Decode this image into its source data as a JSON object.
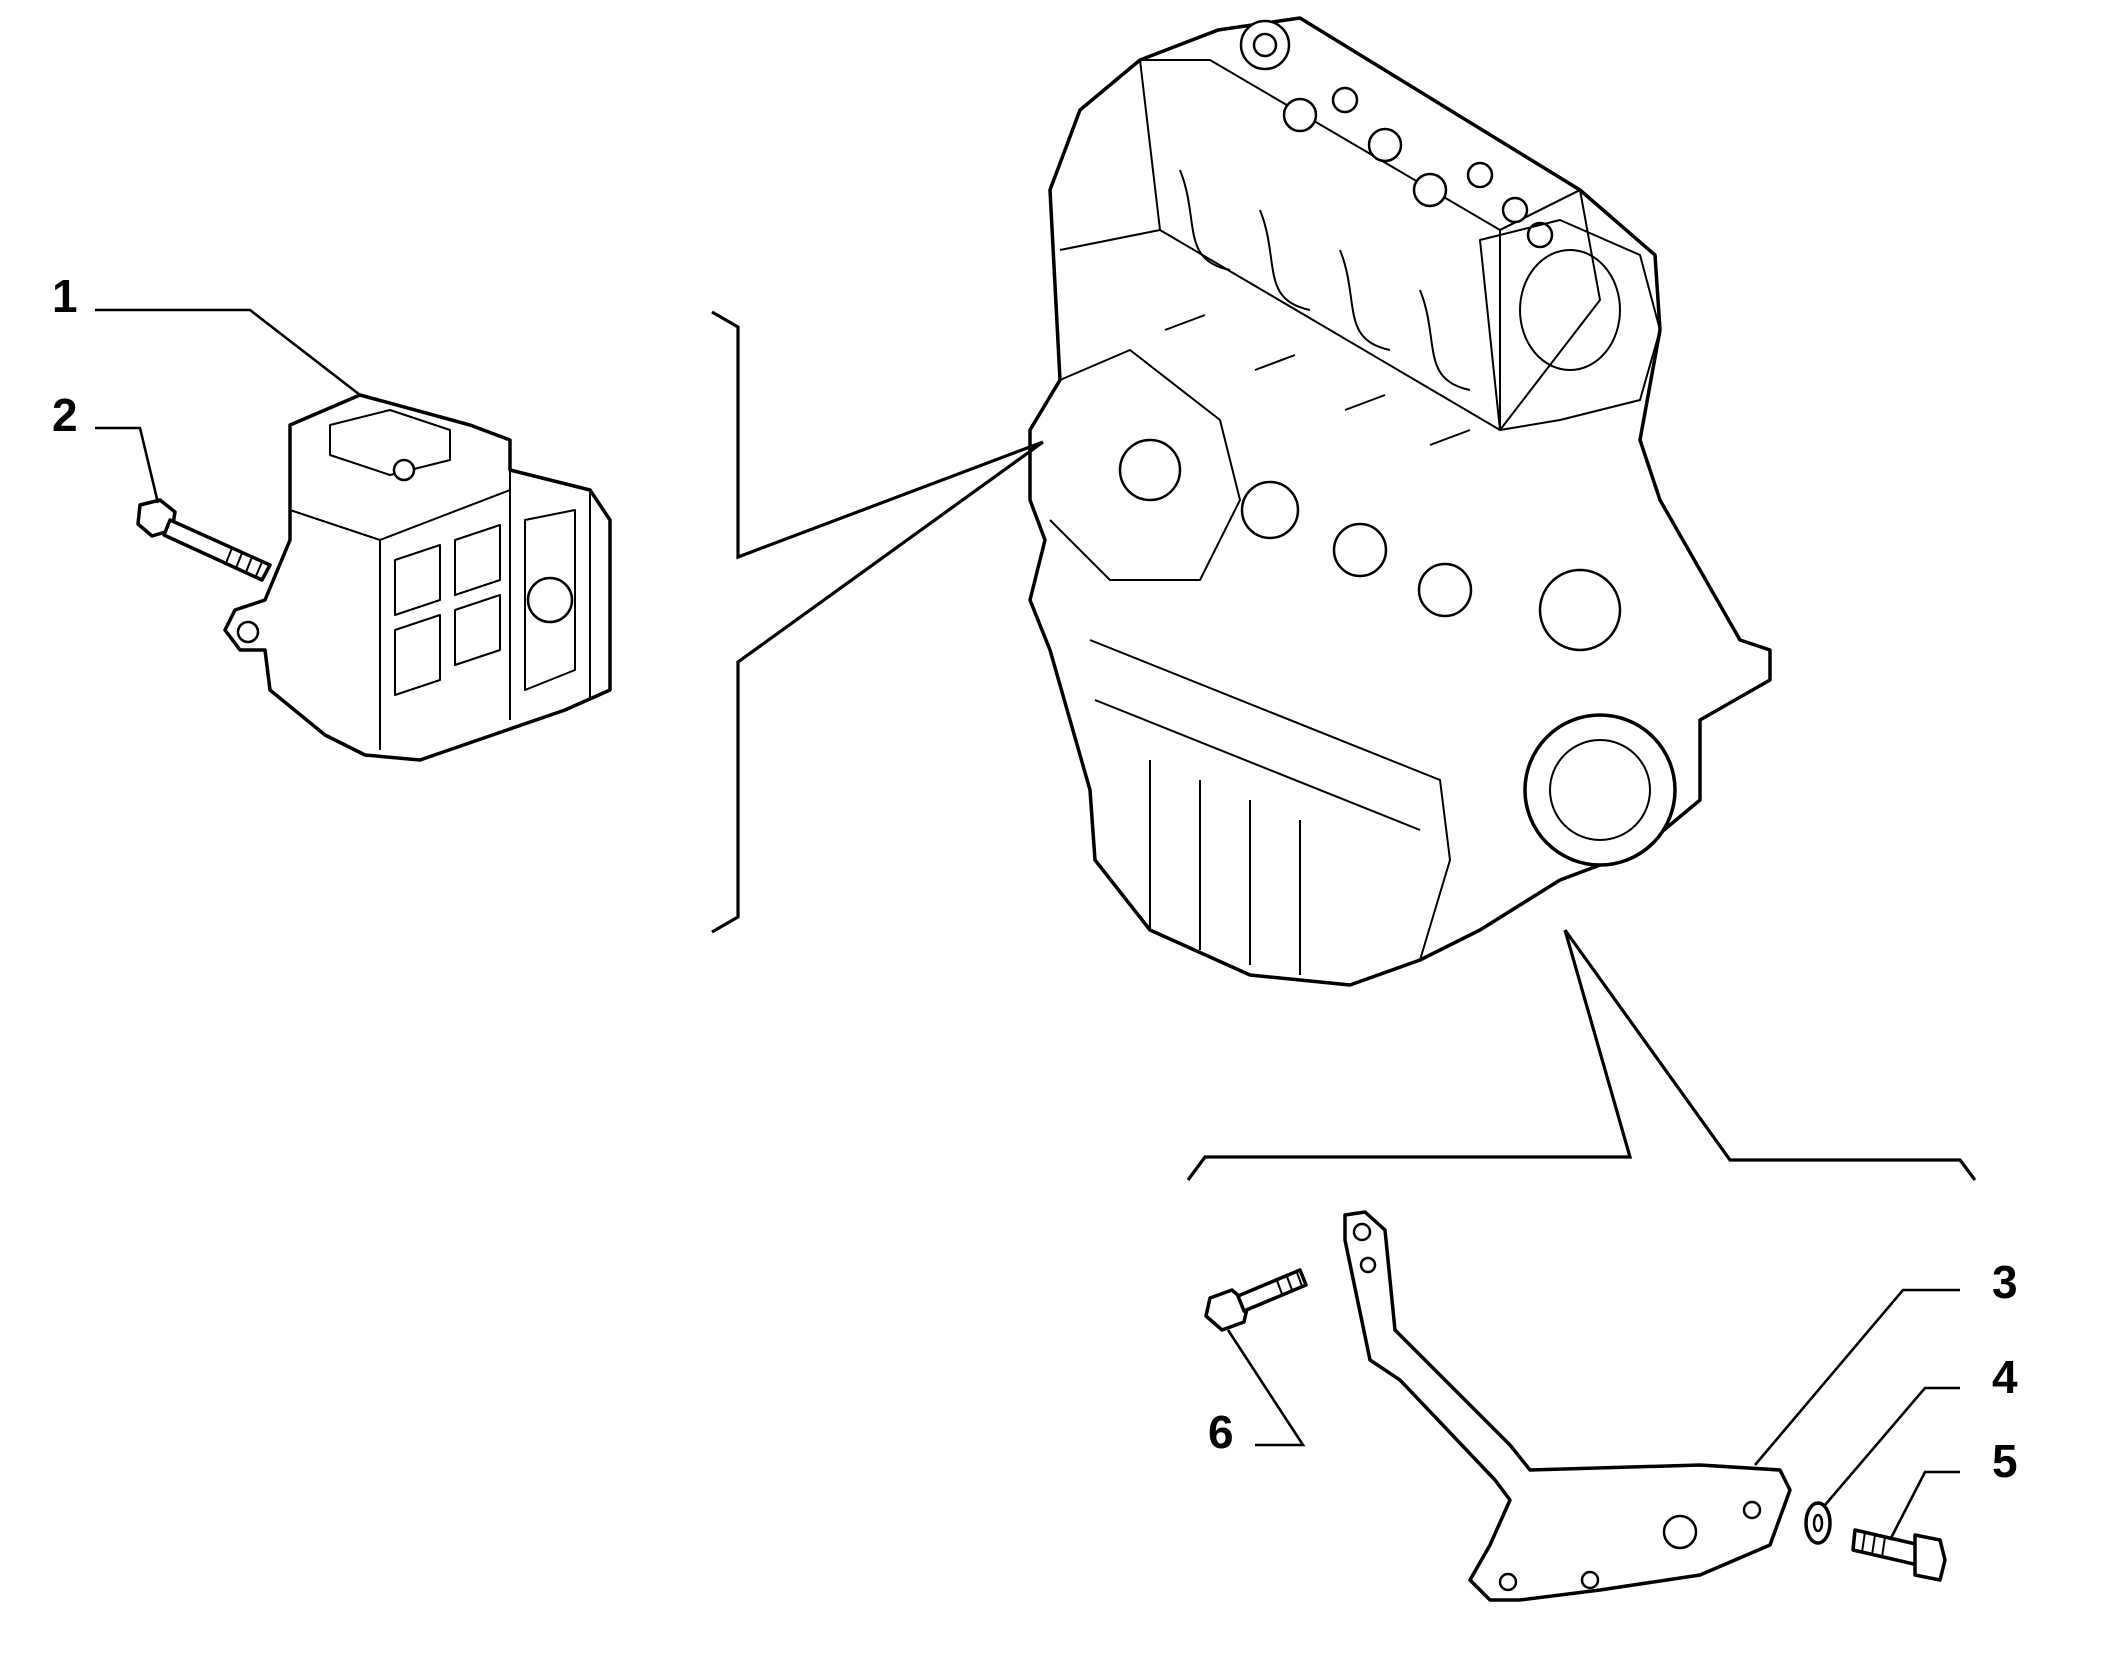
{
  "callouts": [
    {
      "id": "1",
      "label": "1"
    },
    {
      "id": "2",
      "label": "2"
    },
    {
      "id": "3",
      "label": "3"
    },
    {
      "id": "4",
      "label": "4"
    },
    {
      "id": "5",
      "label": "5"
    },
    {
      "id": "6",
      "label": "6"
    }
  ],
  "parts": {
    "engine": {
      "icon": "engine-block-icon"
    },
    "mount_bracket": {
      "icon": "engine-mount-bracket-icon"
    },
    "mount_bolt": {
      "icon": "long-bolt-icon"
    },
    "support_arm": {
      "icon": "support-arm-icon"
    },
    "washer": {
      "icon": "washer-icon"
    },
    "short_bolt": {
      "icon": "short-bolt-icon"
    },
    "flange_bolt": {
      "icon": "flange-bolt-icon"
    }
  }
}
